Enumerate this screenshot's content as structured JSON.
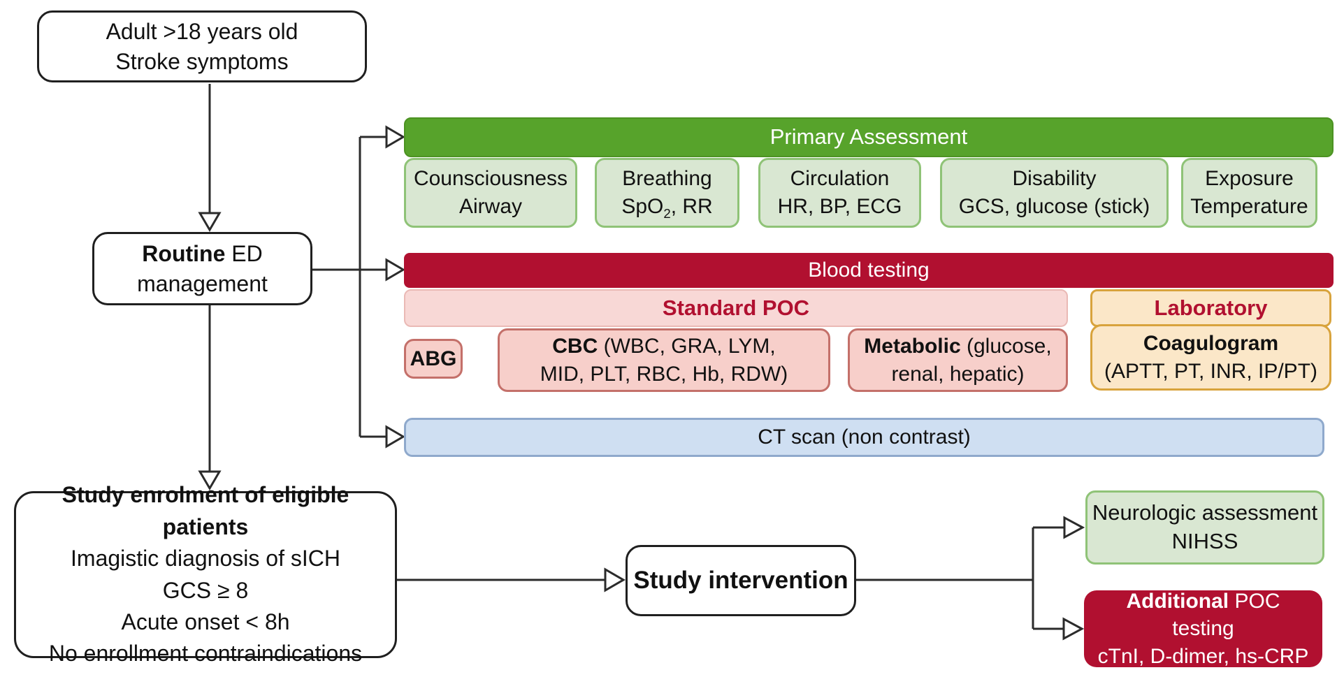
{
  "colors": {
    "green_header": "#57a32b",
    "green_light_fill": "#d9e7d2",
    "green_light_border": "#8fc377",
    "dark_red": "#b11030",
    "pink_bar_fill": "#f8d8d6",
    "pink_box_fill": "#f7cfca",
    "pink_box_border": "#c4706a",
    "cream_fill": "#fbe7c8",
    "cream_border": "#d8a33c",
    "blue_fill": "#cfdff2",
    "blue_border": "#8fa9cc",
    "line_color": "#2b2b2b"
  },
  "boxes": {
    "adult": {
      "line1": "Adult >18 years old",
      "line2": "Stroke symptoms"
    },
    "routine": {
      "bold": "Routine",
      "rest": " ED",
      "line2": "management"
    },
    "enrolment": {
      "line1": "Study enrolment of eligible patients",
      "line2": "Imagistic diagnosis of sICH",
      "line3": "GCS ≥ 8",
      "line4": "Acute onset < 8h",
      "line5": "No enrollment contraindications"
    },
    "intervention": {
      "label": "Study intervention"
    },
    "neurologic": {
      "line1": "Neurologic assessment",
      "line2": "NIHSS"
    },
    "additional": {
      "bold": "Additional",
      "rest": " POC",
      "line2": "testing",
      "line3": "cTnI, D-dimer, hs-CRP"
    }
  },
  "primary": {
    "header": "Primary Assessment",
    "items": [
      {
        "line1": "Counsciousness",
        "line2": "Airway"
      },
      {
        "line1": "Breathing",
        "spo_prefix": "SpO",
        "spo_sub": "2",
        "spo_suffix": ", RR"
      },
      {
        "line1": "Circulation",
        "line2": "HR, BP, ECG"
      },
      {
        "line1": "Disability",
        "line2": "GCS, glucose (stick)"
      },
      {
        "line1": "Exposure",
        "line2": "Temperature"
      }
    ]
  },
  "blood": {
    "header": "Blood testing",
    "standard_poc": "Standard POC",
    "laboratory": "Laboratory",
    "abg": "ABG",
    "cbc": {
      "bold": "CBC",
      "rest1": " (WBC, GRA, LYM,",
      "rest2": "MID, PLT, RBC, Hb, RDW)"
    },
    "metabolic": {
      "bold": "Metabolic",
      "rest1": " (glucose,",
      "rest2": "renal, hepatic)"
    },
    "coagulogram": {
      "bold": "Coagulogram",
      "line2": "(APTT, PT, INR, IP/PT)"
    }
  },
  "ct": {
    "label": "CT scan (non contrast)"
  }
}
